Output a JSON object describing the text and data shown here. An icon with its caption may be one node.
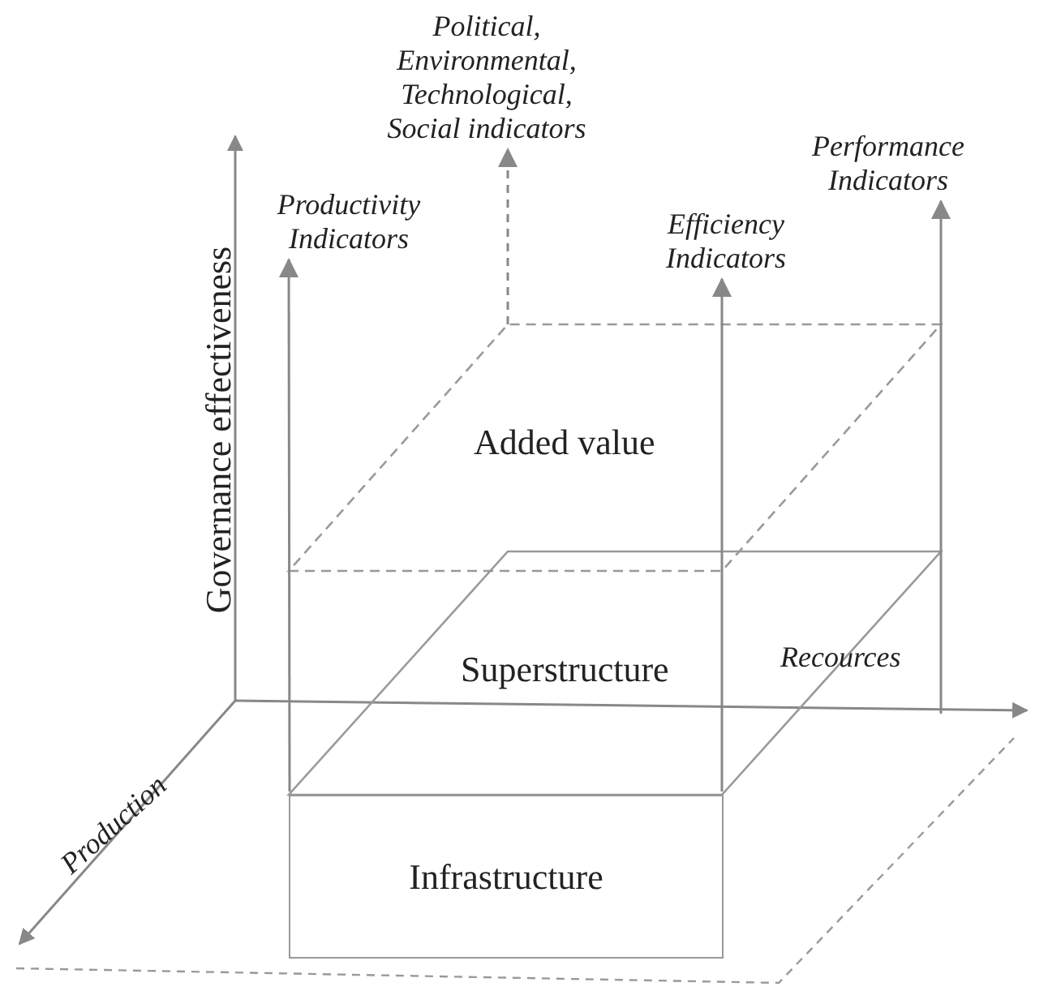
{
  "diagram": {
    "nodes": [
      {
        "text": [
          "Added value"
        ]
      },
      {
        "text": [
          "Superstructure"
        ]
      },
      {
        "text": [
          "Infrastructure"
        ]
      },
      {
        "text": [
          "Productivity Indicators"
        ]
      },
      {
        "text": [
          "Political, Environmental, Technological, Social indicators"
        ]
      },
      {
        "text": [
          "Efficiency Indicators"
        ]
      },
      {
        "text": [
          "Performance Indicators"
        ]
      }
    ],
    "edges": [
      {
        "from": 2,
        "to": 3,
        "arrow": "to"
      },
      {
        "from": null,
        "to": 4,
        "arrow": "to",
        "style": "dashed"
      },
      {
        "from": 2,
        "to": 5,
        "arrow": "to"
      },
      {
        "from": null,
        "to": 6,
        "arrow": "to"
      }
    ],
    "labels": [
      "Governance effectiveness",
      "Production",
      "Recources"
    ]
  }
}
